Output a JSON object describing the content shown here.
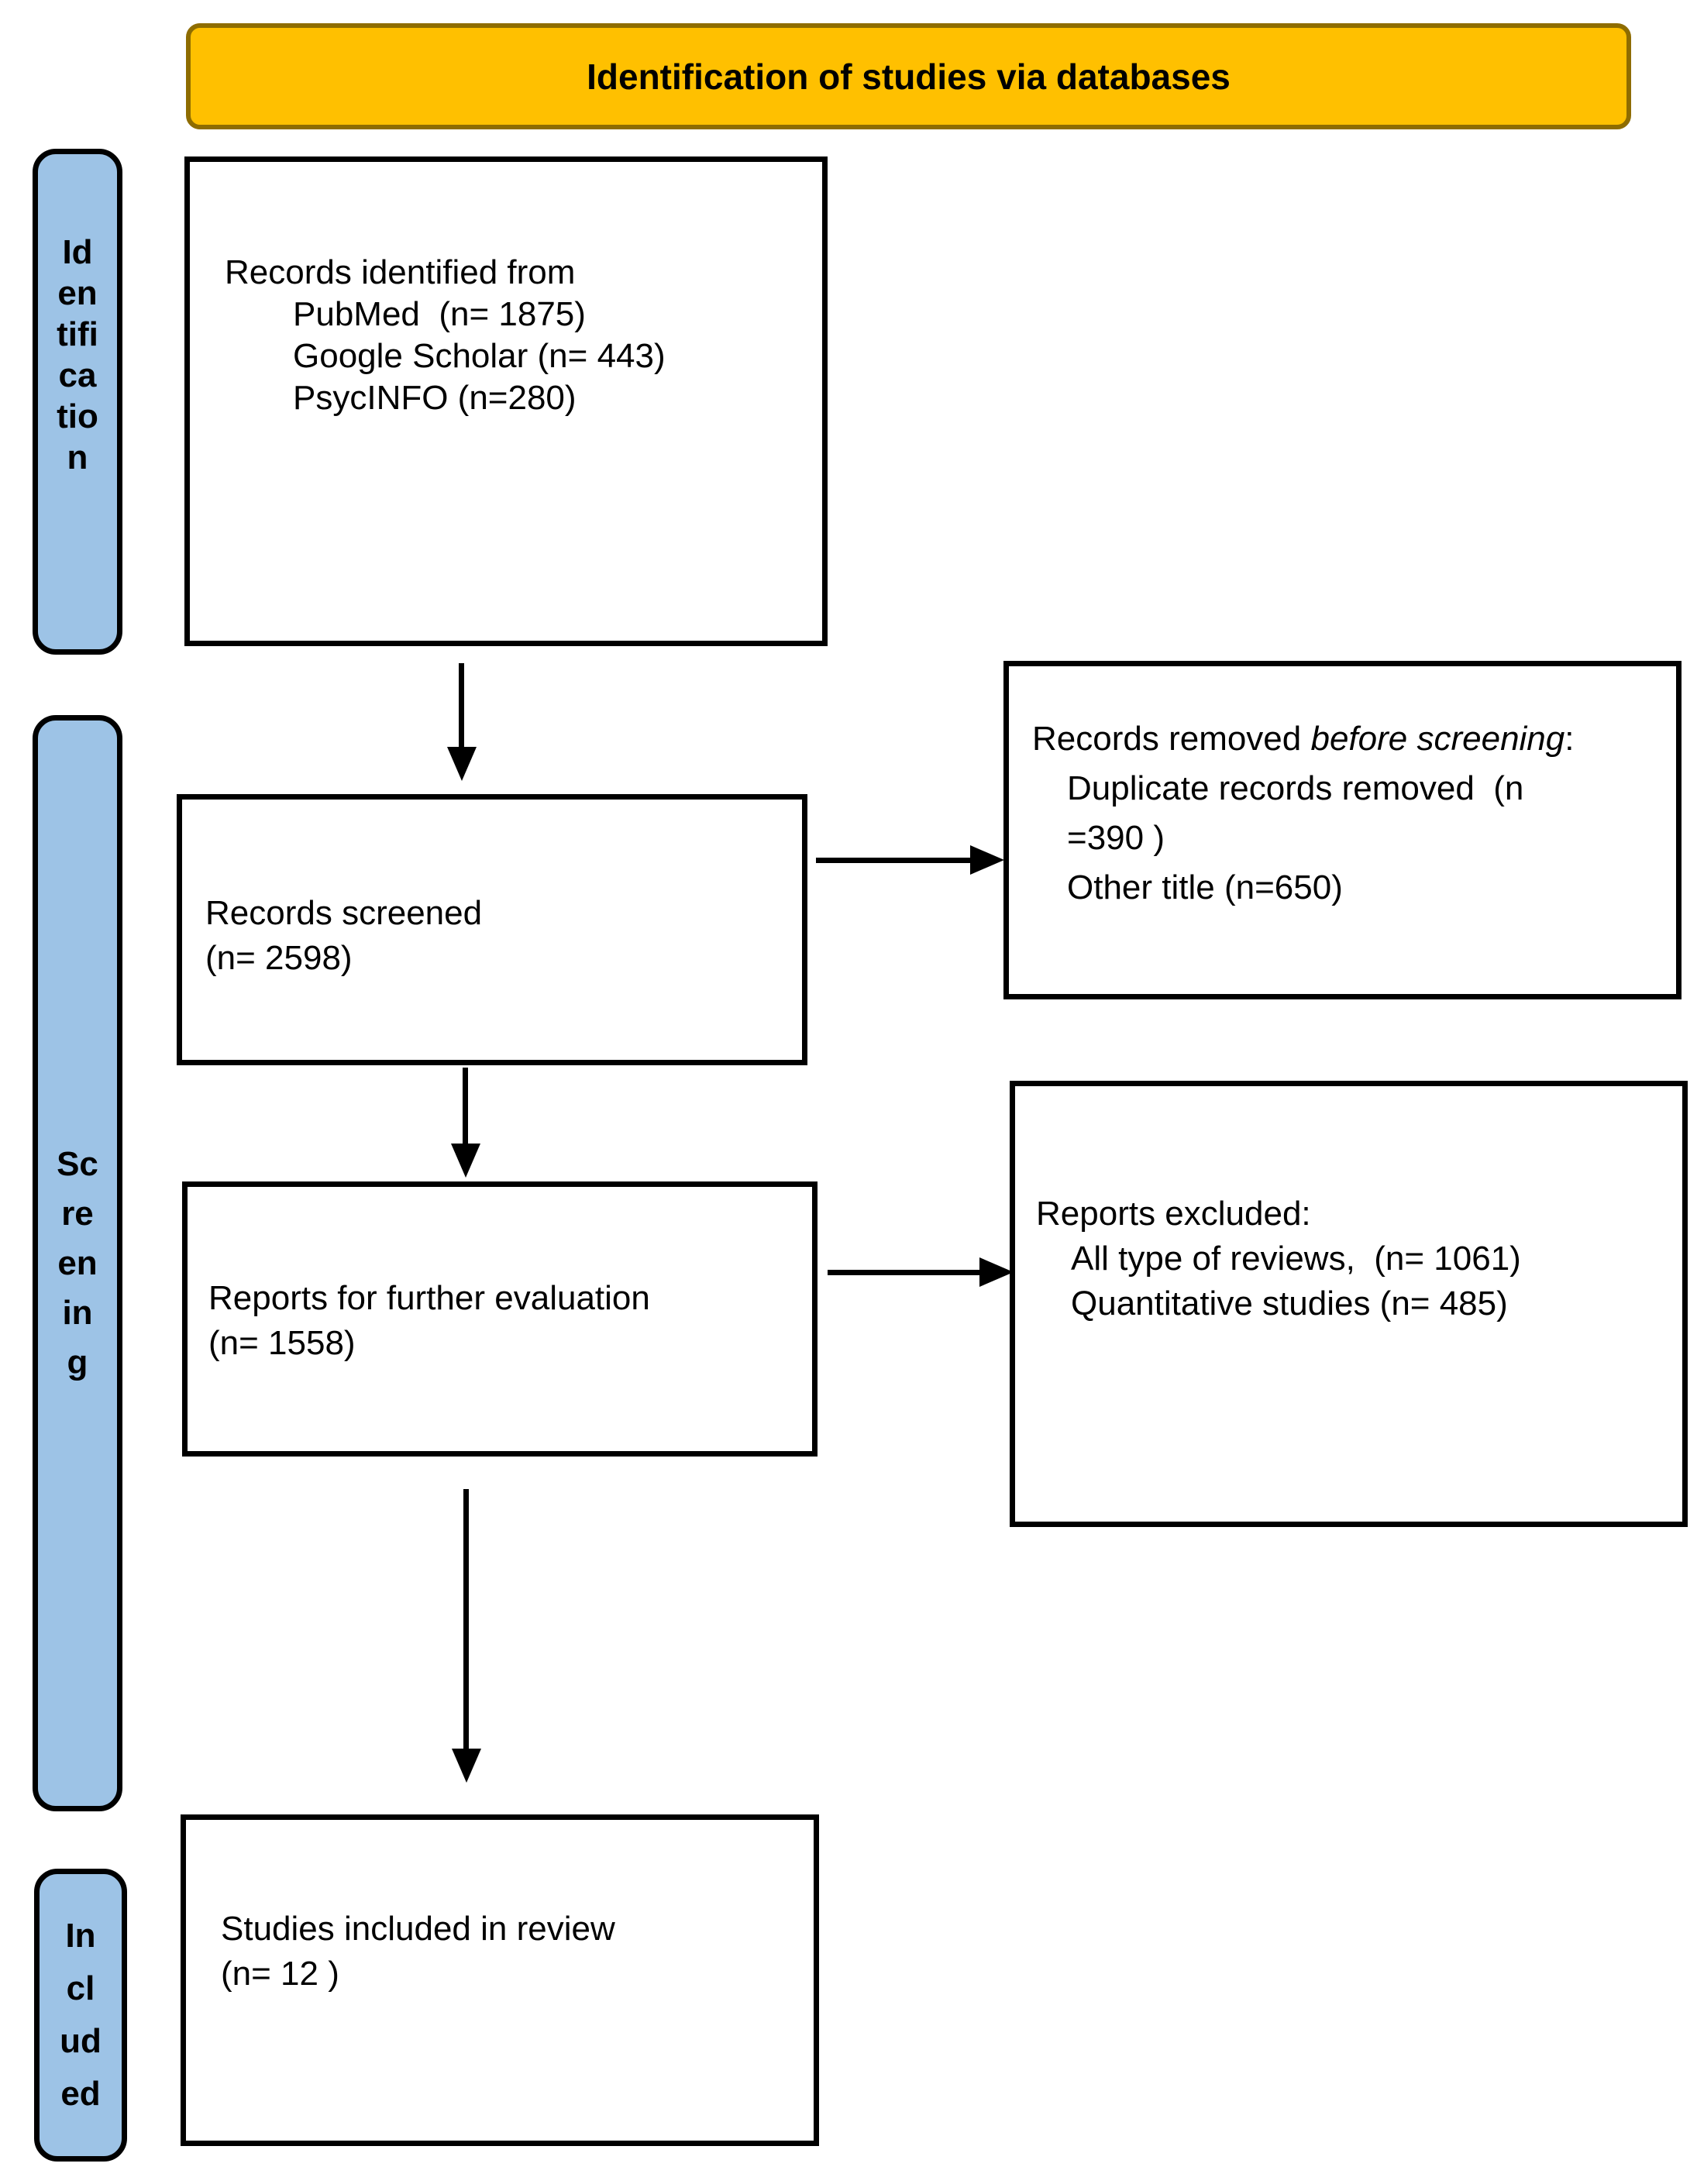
{
  "header": {
    "title": "Identification of studies via databases"
  },
  "stages": {
    "identification": "Id\nen\ntifi\nca\ntio\nn",
    "screening": "Sc\nre\nen\nin\ng",
    "included": "In\ncl\nud\ned"
  },
  "boxes": {
    "records_identified": {
      "title": "Records identified from",
      "sources": "PubMed  (n= 1875)\nGoogle Scholar (n= 443)\nPsycINFO (n=280)"
    },
    "records_screened": {
      "text": "Records screened\n(n= 2598)"
    },
    "records_removed": {
      "title_prefix": "Records removed ",
      "title_italic": "before screening",
      "title_suffix": ":",
      "details": "Duplicate records removed  (n\n=390 )\nOther title (n=650)"
    },
    "reports_evaluation": {
      "text": "Reports for further evaluation\n(n= 1558)"
    },
    "reports_excluded": {
      "title": "Reports excluded:",
      "details": "All type of reviews,  (n= 1061)\nQuantitative studies (n= 485)"
    },
    "studies_included": {
      "text": "Studies included in review\n(n= 12 )"
    }
  },
  "colors": {
    "banner_fill": "#FFC000",
    "banner_border": "#8E6C00",
    "stage_fill": "#9DC3E6",
    "stage_border": "#000000",
    "box_border": "#000000"
  }
}
